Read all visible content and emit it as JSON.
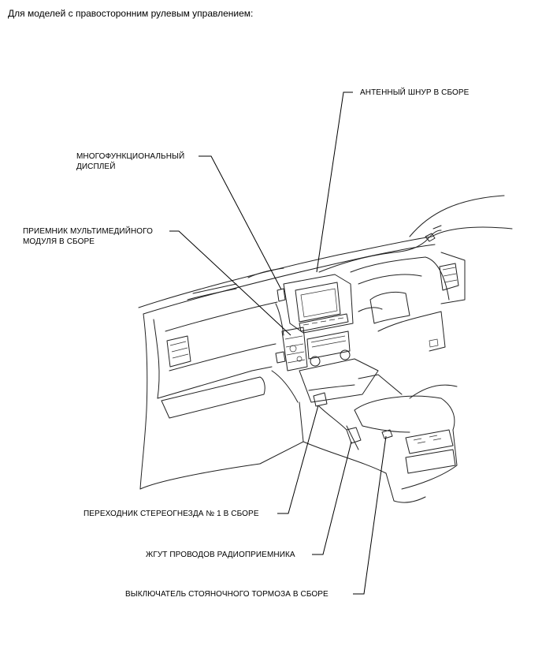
{
  "header": {
    "text": "Для моделей с правосторонним рулевым управлением:"
  },
  "callouts": {
    "antenna": "АНТЕННЫЙ ШНУР В СБОРЕ",
    "display_line1": "МНОГОФУНКЦИОНАЛЬНЫЙ",
    "display_line2": "ДИСПЛЕЙ",
    "receiver_line1": "ПРИЕМНИК МУЛЬТИМЕДИЙНОГО",
    "receiver_line2": "МОДУЛЯ В СБОРЕ",
    "stereo_jack": "ПЕРЕХОДНИК СТЕРЕОГНЕЗДА № 1 В СБОРЕ",
    "harness": "ЖГУТ ПРОВОДОВ РАДИОПРИЕМНИКА",
    "parking_switch": "ВЫКЛЮЧАТЕЛЬ СТОЯНОЧНОГО ТОРМОЗА В СБОРЕ"
  }
}
